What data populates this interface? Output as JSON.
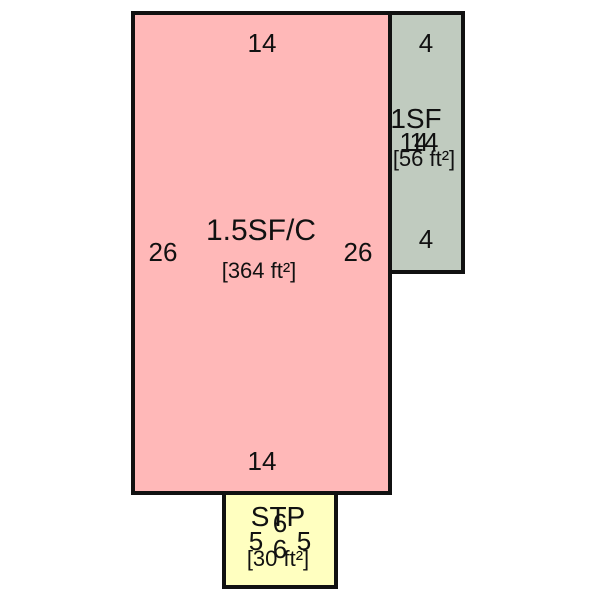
{
  "diagram": {
    "rooms": [
      {
        "id": "main",
        "label": "1.5SF/C",
        "area": "[364 ft²]",
        "fill": "#ffb8b8",
        "dims": {
          "top": "14",
          "bottom": "14",
          "left": "26",
          "right": "26"
        }
      },
      {
        "id": "side",
        "label": "1SF",
        "area": "[56 ft²]",
        "fill": "#c0cbbf",
        "dims": {
          "top": "4",
          "bottom": "4",
          "left": "14",
          "right": "14"
        }
      },
      {
        "id": "stoop",
        "label": "STP",
        "area": "[30 ft²]",
        "fill": "#ffffc0",
        "dims": {
          "left": "5",
          "right": "5",
          "top": "6",
          "bottom": "6"
        }
      }
    ],
    "stroke_color": "#111111"
  }
}
